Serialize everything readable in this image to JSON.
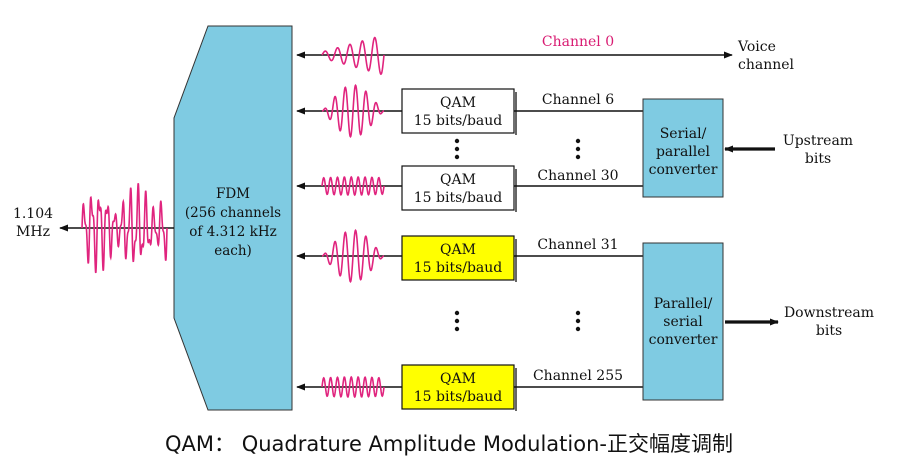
{
  "fdm": {
    "lines": [
      "FDM",
      "(256 channels",
      "of 4.312 kHz",
      "each)"
    ],
    "fill": "#7fcbe2"
  },
  "frequency_label": [
    "1.104",
    "MHz"
  ],
  "voice": {
    "channel_label": "Channel 0",
    "output_lines": [
      "Voice",
      "channel"
    ]
  },
  "qam_upstream": [
    {
      "title": "QAM",
      "rate": "15 bits/baud",
      "channel": "Channel 6"
    },
    {
      "title": "QAM",
      "rate": "15 bits/baud",
      "channel": "Channel 30"
    }
  ],
  "qam_downstream": [
    {
      "title": "QAM",
      "rate": "15 bits/baud",
      "channel": "Channel 31"
    },
    {
      "title": "QAM",
      "rate": "15 bits/baud",
      "channel": "Channel 255"
    }
  ],
  "serial_parallel": {
    "lines": [
      "Serial/",
      "parallel",
      "converter"
    ],
    "input_lines": [
      "Upstream",
      "bits"
    ]
  },
  "parallel_serial": {
    "lines": [
      "Parallel/",
      "serial",
      "converter"
    ],
    "output_lines": [
      "Downstream",
      "bits"
    ]
  },
  "caption": "QAM： Quadrature Amplitude Modulation-正交幅度调制",
  "colors": {
    "wave": "#e0247e",
    "channel0_text": "#d81b72",
    "upstream_box": "#ffffff",
    "downstream_box": "#ffff00",
    "converter_box": "#7fcbe2"
  }
}
